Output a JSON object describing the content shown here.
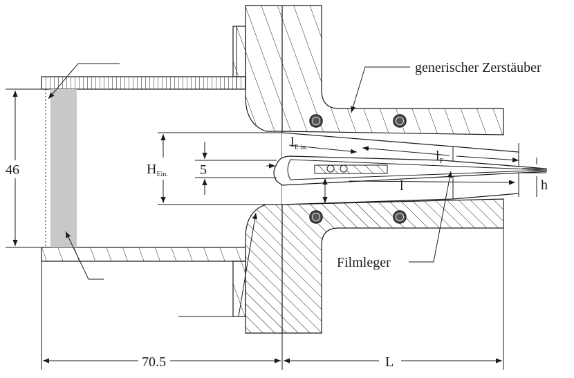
{
  "labels": {
    "atomizer": "generischer Zerstäuber",
    "film_applicator": "Filmleger",
    "dim_height": "46",
    "dim_inlet_height_main": "H",
    "dim_inlet_height_sub": "Ein.",
    "dim_five": "5",
    "dim_inlet_length_main": "l",
    "dim_inlet_length_sub": "E in.",
    "dim_film_length_main": "l",
    "dim_film_length_sub": "F",
    "dim_length": "l",
    "dim_gap_height": "h",
    "dim_left_length": "70.5",
    "dim_total_length": "L"
  },
  "colors": {
    "stroke": "#1a1a1a",
    "gray_band": "#c8c8c8",
    "o_ring": "#555555"
  }
}
